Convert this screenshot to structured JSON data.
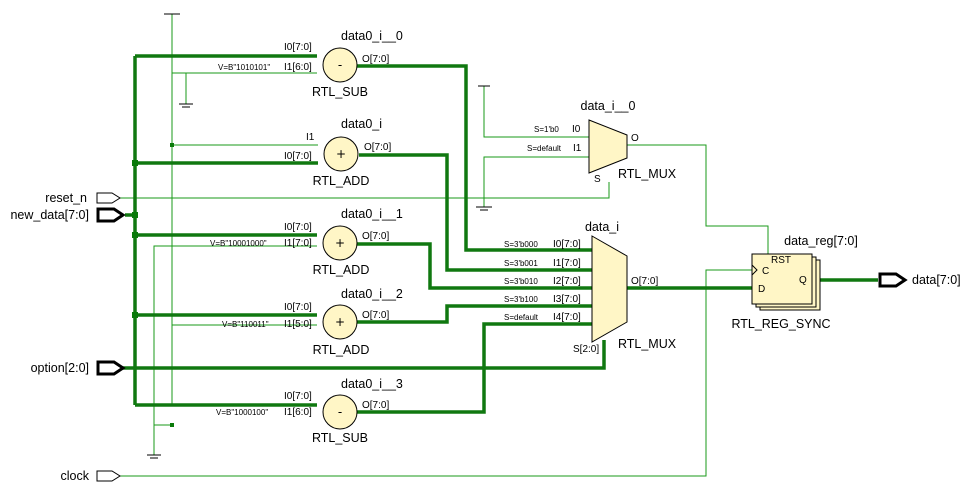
{
  "ports": {
    "reset_n": "reset_n",
    "new_data": "new_data[7:0]",
    "option": "option[2:0]",
    "clock": "clock",
    "data_out": "data[7:0]"
  },
  "sub0": {
    "name": "data0_i__0",
    "type": "RTL_SUB",
    "symbol": "-",
    "in0": "I0[7:0]",
    "in1": "I1[6:0]",
    "out": "O[7:0]",
    "const": "V=B\"1010101\""
  },
  "add0": {
    "name": "data0_i",
    "type": "RTL_ADD",
    "symbol": "+",
    "in0": "I1",
    "in1": "I0[7:0]",
    "out": "O[7:0]"
  },
  "add1": {
    "name": "data0_i__1",
    "type": "RTL_ADD",
    "symbol": "+",
    "in0": "I0[7:0]",
    "in1": "I1[7:0]",
    "out": "O[7:0]",
    "const": "V=B\"10001000\""
  },
  "add2": {
    "name": "data0_i__2",
    "type": "RTL_ADD",
    "symbol": "+",
    "in0": "I0[7:0]",
    "in1": "I1[5:0]",
    "out": "O[7:0]",
    "const": "V=B\"110011\""
  },
  "sub3": {
    "name": "data0_i__3",
    "type": "RTL_SUB",
    "symbol": "-",
    "in0": "I0[7:0]",
    "in1": "I1[6:0]",
    "out": "O[7:0]",
    "const": "V=B\"1000100\""
  },
  "mux0": {
    "name": "data_i__0",
    "type": "RTL_MUX",
    "i0": "I0",
    "i1": "I1",
    "s": "S",
    "o": "O",
    "sel0": "S=1'b0",
    "sel1": "S=default"
  },
  "mux1": {
    "name": "data_i",
    "type": "RTL_MUX",
    "inputs": [
      "I0[7:0]",
      "I1[7:0]",
      "I2[7:0]",
      "I3[7:0]",
      "I4[7:0]"
    ],
    "sels": [
      "S=3'b000",
      "S=3'b001",
      "S=3'b010",
      "S=3'b100",
      "S=default"
    ],
    "s": "S[2:0]",
    "o": "O[7:0]"
  },
  "reg": {
    "name": "data_reg[7:0]",
    "type": "RTL_REG_SYNC",
    "rst": "RST",
    "c": "C",
    "d": "D",
    "q": "Q"
  },
  "colors": {
    "wire": "#1a9a1a",
    "bus": "#107810",
    "cell_fill": "#fff6c6"
  }
}
